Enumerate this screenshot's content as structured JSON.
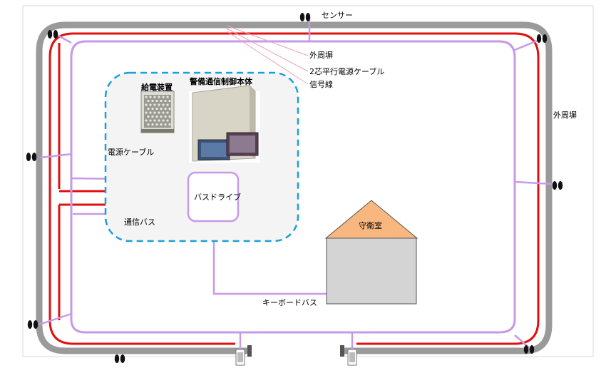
{
  "labels": {
    "sensor": "センサー",
    "outer_wall_top": "外周塀",
    "two_core_cable": "2芯平行電源ケーブル",
    "signal_line": "信号線",
    "outer_wall_right": "外周塀",
    "power_unit": "給電装置",
    "controller": "警備通信制御本体",
    "power_cable": "電源ケーブル",
    "bus_drive": "バスドライブ",
    "comm_bus": "通信バス",
    "guard_room": "守衛室",
    "keyboard_bus": "キーボードバス"
  },
  "colors": {
    "wall": "#9a9a9a",
    "power_cable": "#e01010",
    "signal_line": "#c79ae8",
    "dashed_box": "#1aa0d8",
    "dashed_fill": "#f4f4f4",
    "guard_roof": "#f7b77e",
    "guard_body": "#d4d4d4",
    "sensor": "#111111"
  }
}
